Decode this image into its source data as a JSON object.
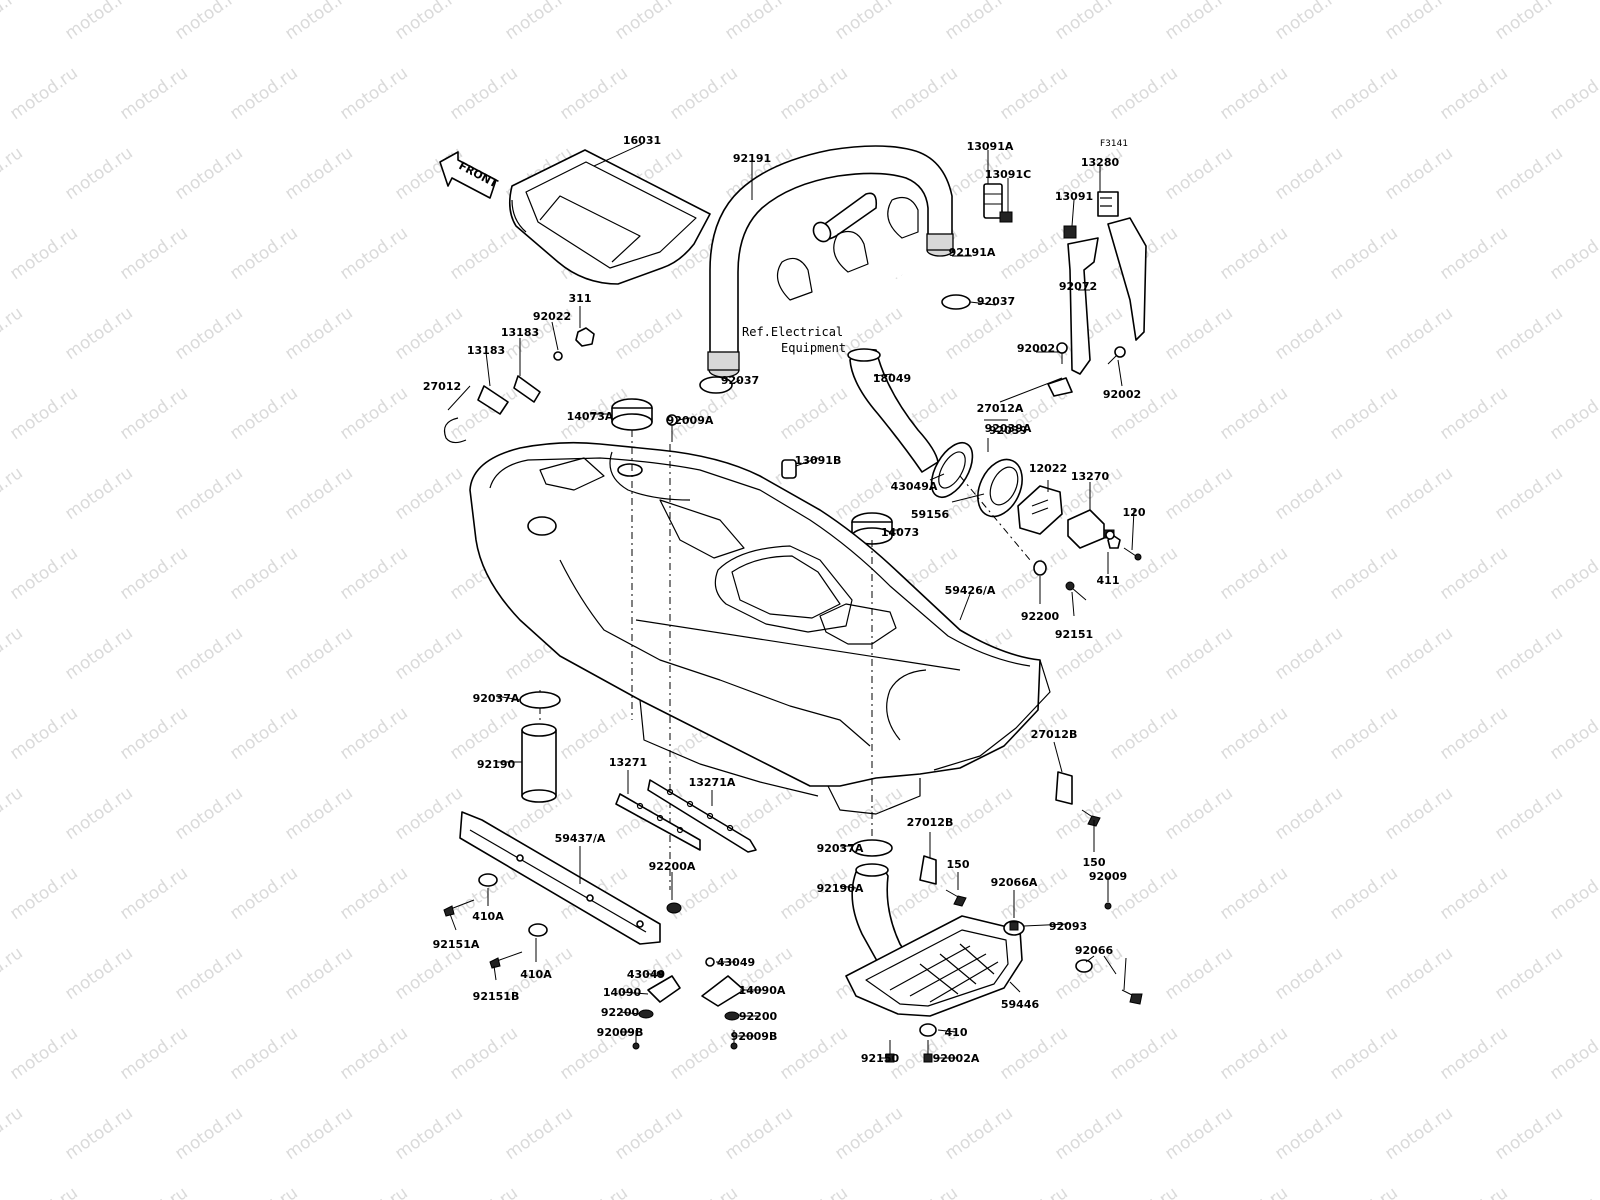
{
  "diagram": {
    "code": "F3141",
    "front_label": "FRONT",
    "reference_note_line1": "Ref.Electrical",
    "reference_note_line2": "Equipment",
    "watermark": "motod.ru",
    "part_labels": [
      "16031",
      "92191",
      "13091A",
      "13091C",
      "13280",
      "13091",
      "92191A",
      "92072",
      "92037",
      "92002",
      "92002",
      "311",
      "92022",
      "13183",
      "13183",
      "27012",
      "92037",
      "14073A",
      "92009A",
      "18049",
      "27012A",
      "92039",
      "92039A",
      "13091B",
      "43049A",
      "12022",
      "13270",
      "59156",
      "120",
      "14073",
      "411",
      "59426/A",
      "92200",
      "92151",
      "92037A",
      "27012B",
      "92190",
      "13271",
      "13271A",
      "59437/A",
      "92200A",
      "27012B",
      "92037A",
      "92190A",
      "150",
      "150",
      "92009",
      "92066A",
      "92093",
      "92066",
      "410A",
      "410A",
      "92151A",
      "92151B",
      "43049",
      "43049",
      "14090",
      "14090A",
      "92200",
      "92200",
      "92009B",
      "92009B",
      "59446",
      "410",
      "92150",
      "92002A"
    ]
  }
}
